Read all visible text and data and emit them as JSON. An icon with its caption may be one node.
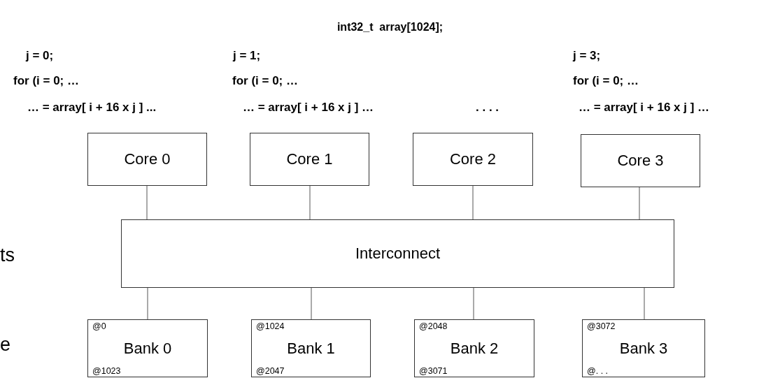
{
  "diagram": {
    "title": "int32_t  array[1024];",
    "nodes": [
      {
        "text": [
          "Core 0"
        ]
      },
      {
        "text": [
          "Core 1"
        ]
      },
      {
        "text": [
          "Core 2"
        ]
      },
      {
        "text": [
          "Core 3"
        ]
      },
      {
        "text": [
          "Interconnect"
        ]
      },
      {
        "text": [
          "@0",
          "Bank 0",
          "@1023"
        ]
      },
      {
        "text": [
          "@1024",
          "Bank 1",
          "@2047"
        ]
      },
      {
        "text": [
          "@2048",
          "Bank 2",
          "@3071"
        ]
      },
      {
        "text": [
          "@3072",
          "Bank 3",
          "@. . ."
        ]
      }
    ],
    "edges": [
      {
        "from": 0,
        "to": 4,
        "arrow": "none"
      },
      {
        "from": 1,
        "to": 4,
        "arrow": "none"
      },
      {
        "from": 2,
        "to": 4,
        "arrow": "none"
      },
      {
        "from": 3,
        "to": 4,
        "arrow": "none"
      },
      {
        "from": 4,
        "to": 5,
        "arrow": "none"
      },
      {
        "from": 4,
        "to": 6,
        "arrow": "none"
      },
      {
        "from": 4,
        "to": 7,
        "arrow": "none"
      },
      {
        "from": 4,
        "to": 8,
        "arrow": "none"
      }
    ],
    "labels": [
      "j = 0;",
      "for (i = 0; …",
      "… = array[ i + 16 x j ] ...",
      "j = 1;",
      "for (i = 0; …",
      "… = array[ i + 16 x j ] …",
      ". . . .",
      "j = 3;",
      "for (i = 0; …",
      "… = array[ i + 16 x j ] …",
      "ts",
      "e"
    ]
  }
}
